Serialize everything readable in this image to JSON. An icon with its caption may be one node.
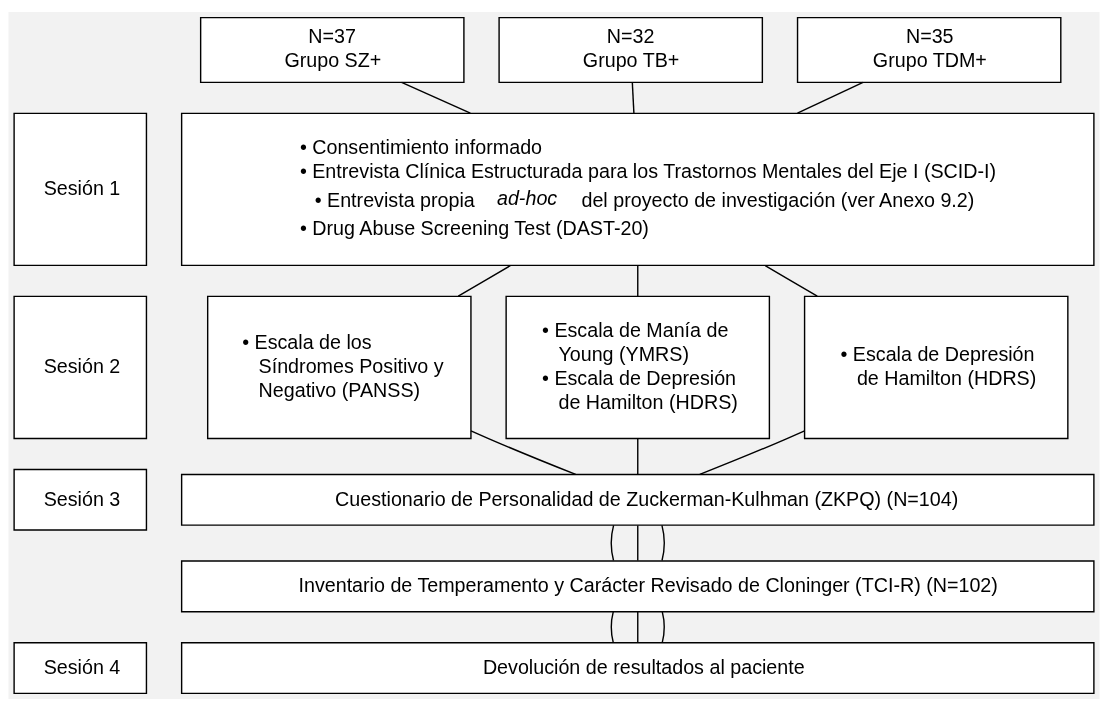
{
  "diagram": {
    "nodes": [
      {
        "text": [
          "N=37",
          "Grupo SZ+"
        ]
      },
      {
        "text": [
          "N=32",
          "Grupo TB+"
        ]
      },
      {
        "text": [
          "N=35",
          "Grupo TDM+"
        ]
      },
      {
        "text": [
          "Sesión 1"
        ]
      },
      {
        "text": [
          "• Consentimiento informado",
          "• Entrevista Clínica Estructurada para los Trastornos Mentales del Eje I (SCID-I)",
          "• Entrevista propia *ad-hoc* del proyecto de investigación (ver Anexo 9.2)",
          "• Drug Abuse Screening Test (DAST-20)"
        ]
      },
      {
        "text": [
          "Sesión 2"
        ]
      },
      {
        "text": [
          "• Escala de los Síndromes Positivo y Negativo (PANSS)"
        ]
      },
      {
        "text": [
          "• Escala de Manía de Young (YMRS)",
          "• Escala de Depresión de Hamilton (HDRS)"
        ]
      },
      {
        "text": [
          "• Escala de Depresión de Hamilton (HDRS)"
        ]
      },
      {
        "text": [
          "Sesión 3"
        ]
      },
      {
        "text": [
          "Cuestionario de Personalidad de Zuckerman-Kulhman (ZKPQ) (N=104)"
        ]
      },
      {
        "text": [
          "Inventario de Temperamento y Carácter Revisado de Cloninger (TCI-R) (N=102)"
        ]
      },
      {
        "text": [
          "Sesión 4"
        ]
      },
      {
        "text": [
          "Devolución de resultados al paciente"
        ]
      }
    ],
    "edges": [
      {
        "from": 0,
        "to": 4,
        "arrow": "none"
      },
      {
        "from": 1,
        "to": 4,
        "arrow": "none"
      },
      {
        "from": 2,
        "to": 4,
        "arrow": "none"
      },
      {
        "from": 4,
        "to": 6,
        "arrow": "none"
      },
      {
        "from": 4,
        "to": 7,
        "arrow": "none"
      },
      {
        "from": 4,
        "to": 8,
        "arrow": "none"
      },
      {
        "from": 6,
        "to": 10,
        "arrow": "none"
      },
      {
        "from": 7,
        "to": 10,
        "arrow": "none"
      },
      {
        "from": 8,
        "to": 10,
        "arrow": "none"
      },
      {
        "from": 10,
        "to": 11,
        "arrow": "none"
      },
      {
        "from": 10,
        "to": 11,
        "arrow": "none"
      },
      {
        "from": 10,
        "to": 11,
        "arrow": "none"
      },
      {
        "from": 11,
        "to": 13,
        "arrow": "none"
      },
      {
        "from": 11,
        "to": 13,
        "arrow": "none"
      },
      {
        "from": 11,
        "to": 13,
        "arrow": "none"
      }
    ]
  }
}
